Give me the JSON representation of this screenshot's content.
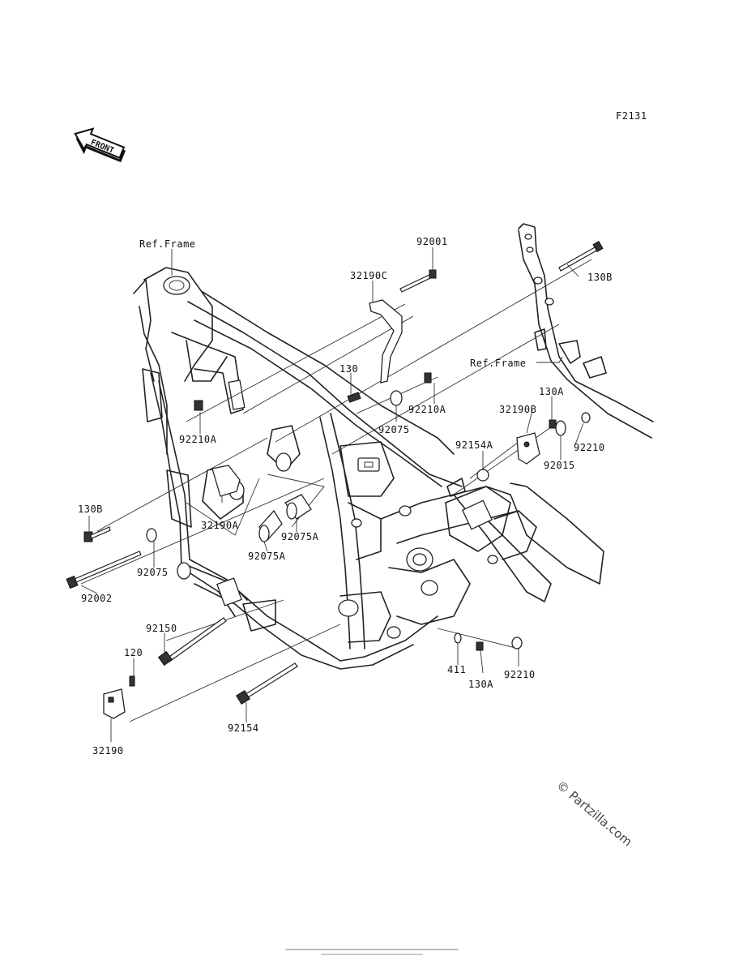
{
  "figure_code": "F2131",
  "front_badge": "FRONT",
  "watermark": "© Partzilla.com",
  "labels": {
    "ref_frame_left": "Ref.Frame",
    "ref_frame_right": "Ref.Frame",
    "p92001": "92001",
    "p32190C": "32190C",
    "p130B_top": "130B",
    "p130": "130",
    "p92210A_mid": "92210A",
    "p92075_mid": "92075",
    "p92210A_left": "92210A",
    "p130A_top": "130A",
    "p32190B": "32190B",
    "p92154A": "92154A",
    "p92210_right": "92210",
    "p92015": "92015",
    "p130B_left": "130B",
    "p32190A": "32190A",
    "p92075A_r": "92075A",
    "p92075A_l": "92075A",
    "p92075_left": "92075",
    "p92002": "92002",
    "p92150": "92150",
    "p120": "120",
    "p411": "411",
    "p130A_bot": "130A",
    "p92210_bot": "92210",
    "p92154": "92154",
    "p32190": "32190"
  }
}
